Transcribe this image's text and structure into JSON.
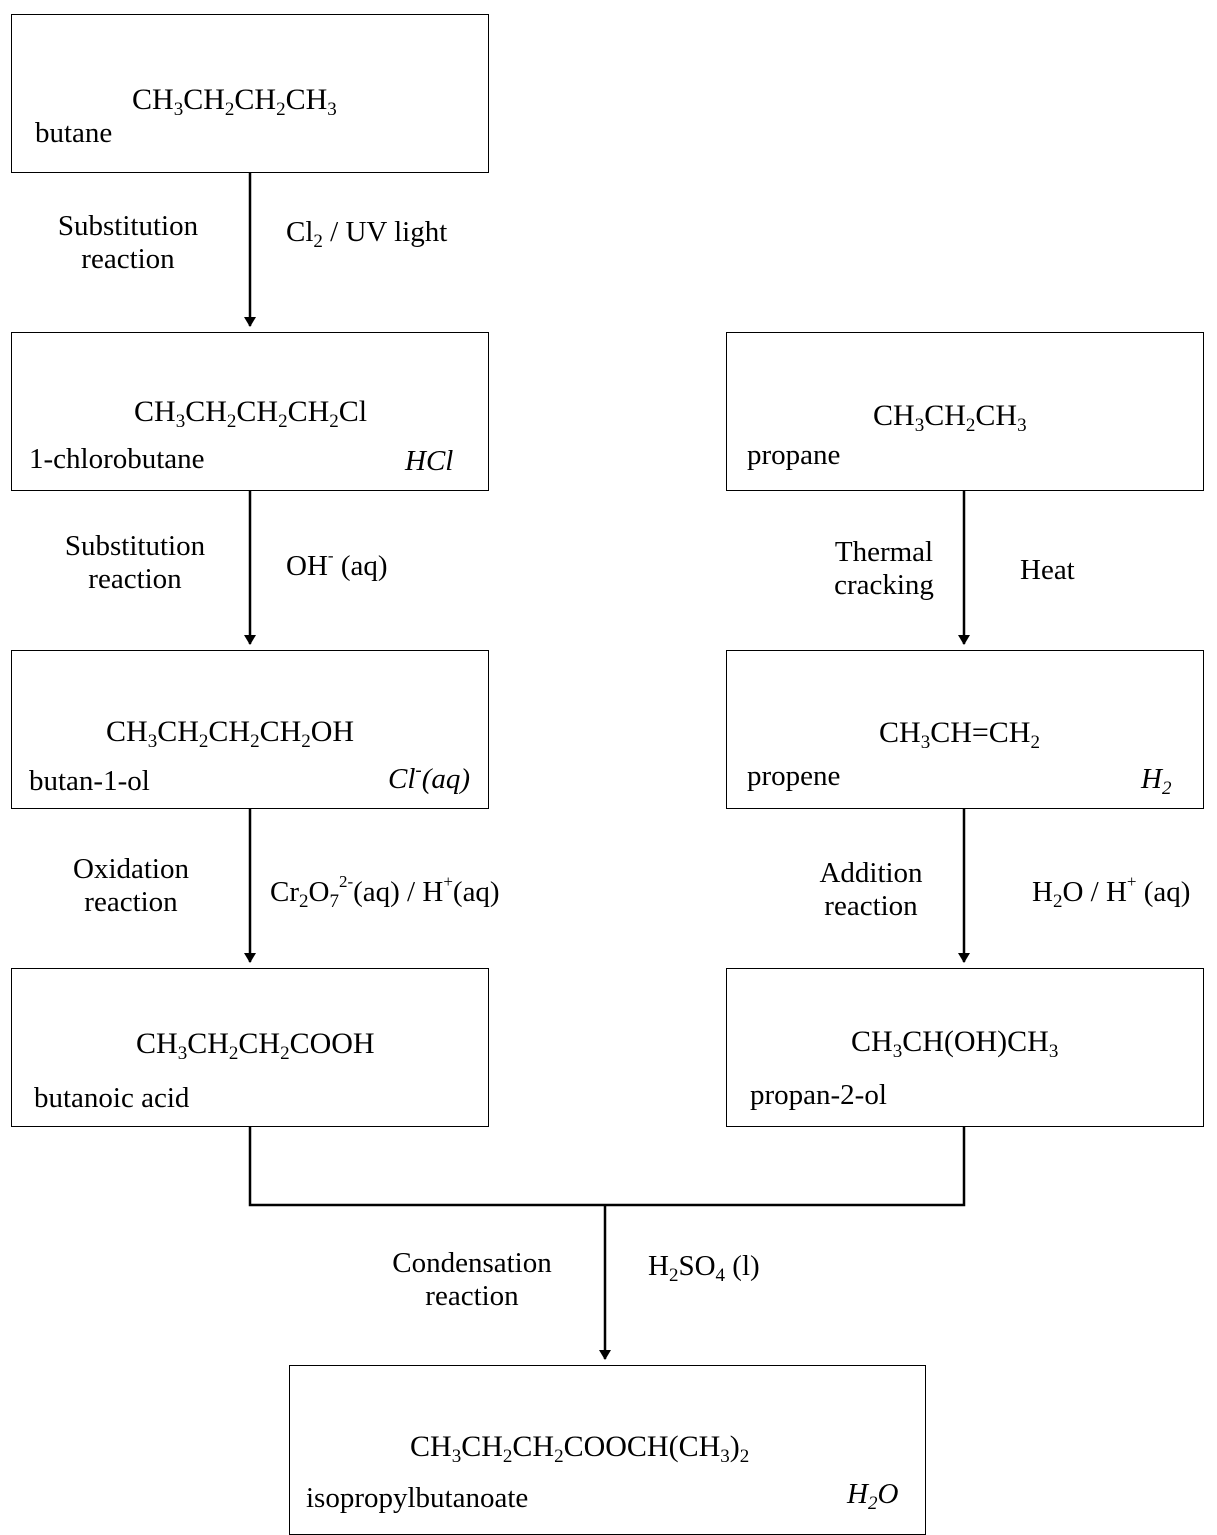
{
  "compounds": {
    "butane": {
      "formula_parts": [
        "CH",
        "3",
        "CH",
        "2",
        "CH",
        "2",
        "CH",
        "3"
      ],
      "name": "butane",
      "byproduct": ""
    },
    "chlorobutane": {
      "formula_parts": [
        "CH",
        "3",
        "CH",
        "2",
        "CH",
        "2",
        "CH",
        "2",
        "Cl"
      ],
      "name": "1-chlorobutane",
      "byproduct": "HCl"
    },
    "butanol": {
      "formula_parts": [
        "CH",
        "3",
        "CH",
        "2",
        "CH",
        "2",
        "CH",
        "2",
        "OH"
      ],
      "name": "butan-1-ol",
      "byproduct_base": "Cl",
      "byproduct_sup": "-",
      "byproduct_rest": "(aq)"
    },
    "butanoic_acid": {
      "formula_parts": [
        "CH",
        "3",
        "CH",
        "2",
        "CH",
        "2",
        "COOH"
      ],
      "name": "butanoic acid",
      "byproduct": ""
    },
    "propane": {
      "formula_parts": [
        "CH",
        "3",
        "CH",
        "2",
        "CH",
        "3"
      ],
      "name": "propane",
      "byproduct": ""
    },
    "propene": {
      "formula_parts": [
        "CH",
        "3",
        "CH=CH",
        "2"
      ],
      "name": "propene",
      "byproduct_base": "H",
      "byproduct_sub": "2"
    },
    "propanol": {
      "formula_parts": [
        "CH",
        "3",
        "CH(OH)CH",
        "3"
      ],
      "name": "propan-2-ol",
      "byproduct": ""
    },
    "ester": {
      "formula_parts": [
        "CH",
        "3",
        "CH",
        "2",
        "CH",
        "2",
        "COOCH(CH",
        "3",
        ")",
        "2"
      ],
      "name": "isopropylbutanoate",
      "byproduct_base": "H",
      "byproduct_sub": "2",
      "byproduct_rest": "O"
    }
  },
  "steps": {
    "s1": {
      "type_line1": "Substitution",
      "type_line2": "reaction",
      "cond_a": "Cl",
      "cond_a_sub": "2",
      "cond_b": " / UV light"
    },
    "s2": {
      "type_line1": "Substitution",
      "type_line2": "reaction",
      "cond_a": "OH",
      "cond_a_sup": "-",
      "cond_b": " (aq)"
    },
    "s3": {
      "type_line1": "Oxidation",
      "type_line2": "reaction",
      "cond_a": "Cr",
      "sub1": "2",
      "cond_mid": "O",
      "sub2": "7",
      "sup1": "2-",
      "cond_b": "(aq) / H",
      "sup2": "+",
      "cond_c": "(aq)"
    },
    "s4": {
      "type_line1": "Thermal",
      "type_line2": "cracking",
      "cond": "Heat"
    },
    "s5": {
      "type_line1": "Addition",
      "type_line2": "reaction",
      "cond_a": "H",
      "sub1": "2",
      "cond_mid": "O / H",
      "sup1": "+",
      "cond_b": " (aq)"
    },
    "s6": {
      "type_line1": "Condensation",
      "type_line2": "reaction",
      "cond_a": "H",
      "sub1": "2",
      "cond_mid": "SO",
      "sub2": "4",
      "cond_b": " (l)"
    }
  }
}
